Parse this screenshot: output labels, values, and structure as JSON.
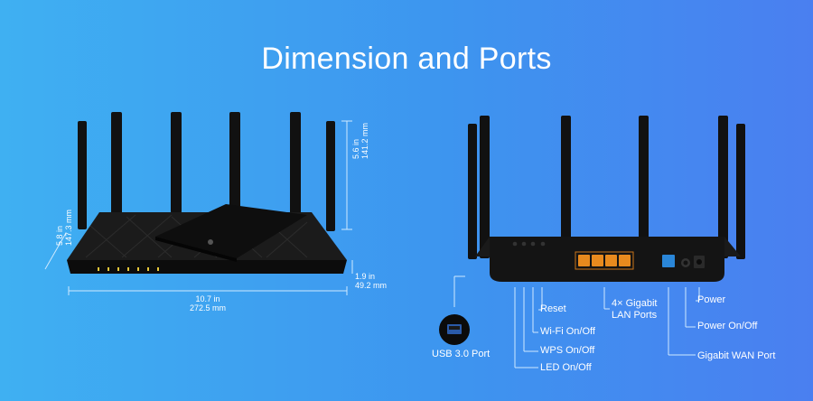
{
  "title": "Dimension and Ports",
  "dimensions": {
    "height_in": "5.6 in",
    "height_mm": "141.2 mm",
    "depth_in": "5.8 in",
    "depth_mm": "147.3 mm",
    "thickness_in": "1.9 in",
    "thickness_mm": "49.2 mm",
    "width_in": "10.7 in",
    "width_mm": "272.5 mm"
  },
  "port_labels": {
    "usb": "USB 3.0 Port",
    "reset": "Reset",
    "wifi": "Wi-Fi On/Off",
    "wps": "WPS On/Off",
    "led": "LED On/Off",
    "lan_line1": "4× Gigabit",
    "lan_line2": "LAN Ports",
    "power": "Power",
    "power_switch": "Power On/Off",
    "wan": "Gigabit WAN Port"
  },
  "colors": {
    "background": "#3d95ef",
    "lan_ports": "#e88a1e",
    "wan_port": "#2a86d8"
  }
}
